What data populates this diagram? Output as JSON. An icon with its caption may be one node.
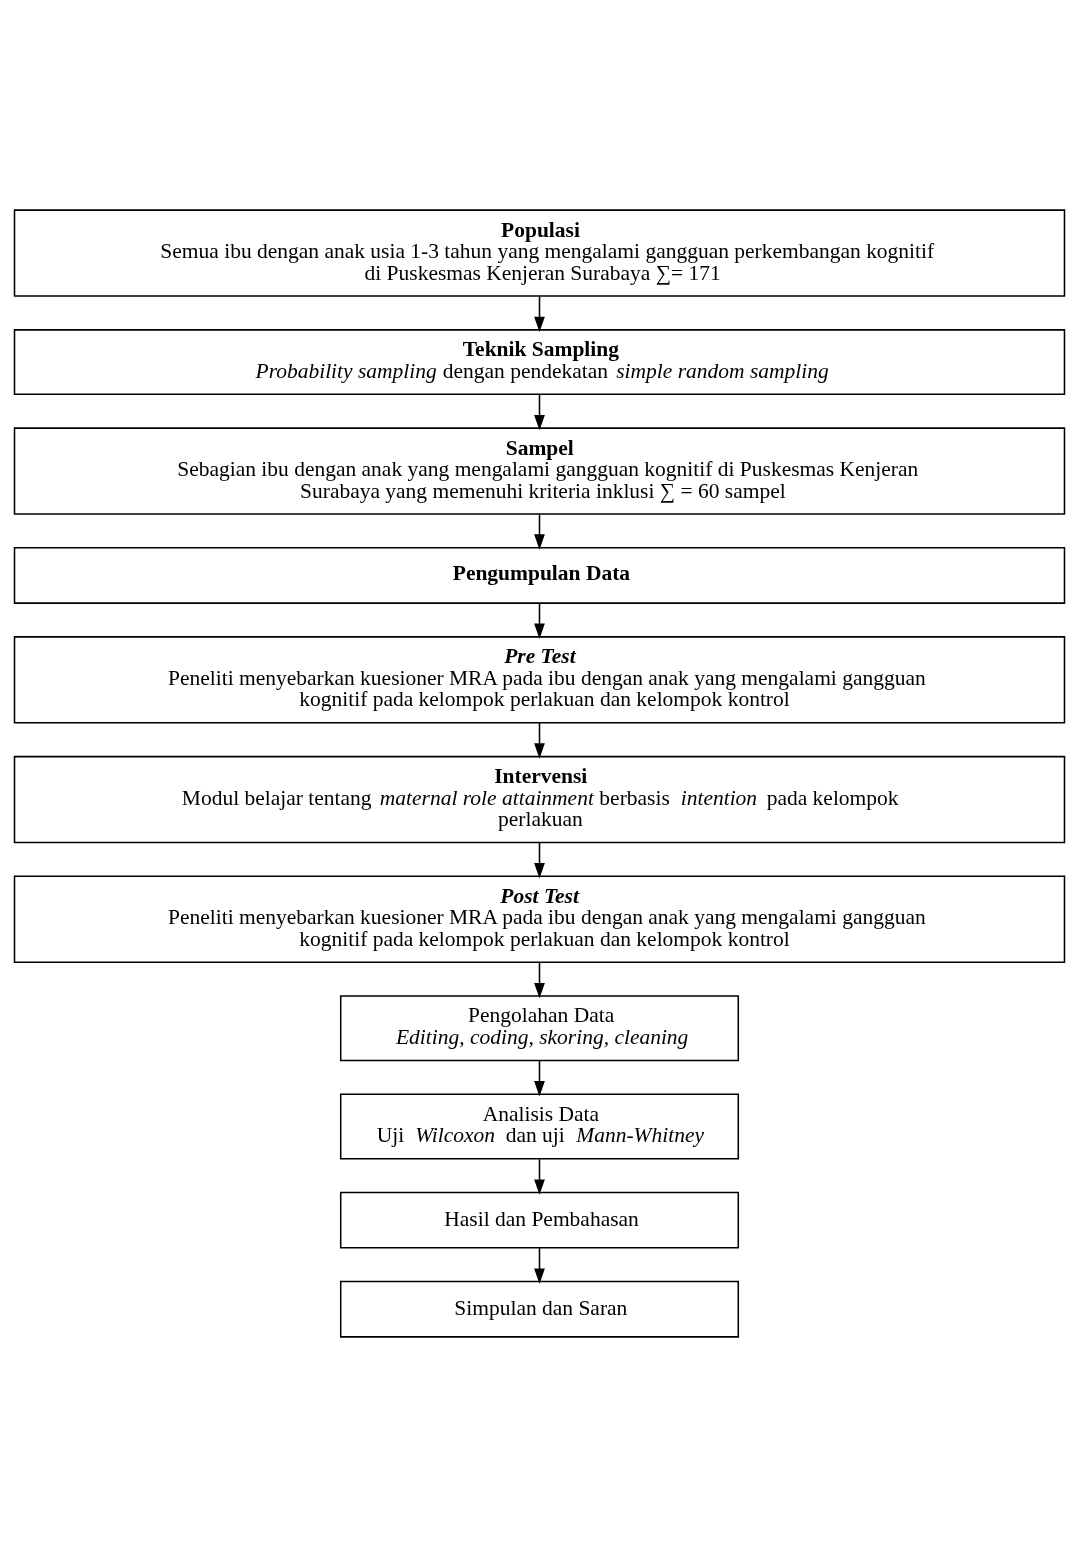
{
  "diagram": {
    "nodes": [
      {
        "text": [
          "Populasi",
          "Semua ibu dengan anak usia 1-3 tahun yang mengalami gangguan perkembangan kognitif di Puskesmas Kenjeran Surabaya ∑= 171"
        ]
      },
      {
        "text": [
          "Teknik Sampling",
          "*Probability sampling* dengan pendekatan *simple random sampling*"
        ]
      },
      {
        "text": [
          "Sampel",
          "Sebagian ibu dengan anak yang mengalami gangguan kognitif di Puskesmas Kenjeran Surabaya yang memenuhi kriteria inklusi ∑ = 60 sampel"
        ]
      },
      {
        "text": [
          "Pengumpulan Data"
        ]
      },
      {
        "text": [
          "Pre Test",
          "Peneliti menyebarkan kuesioner MRA pada ibu dengan anak yang mengalami gangguan kognitif pada kelompok perlakuan dan kelompok kontrol"
        ]
      },
      {
        "text": [
          "Intervensi",
          "Modul belajar tentang *maternal role attainment* berbasis *intention* pada kelompok perlakuan"
        ]
      },
      {
        "text": [
          "Post Test",
          "Peneliti menyebarkan kuesioner MRA pada ibu dengan anak yang mengalami gangguan kognitif pada kelompok perlakuan dan kelompok kontrol"
        ]
      },
      {
        "text": [
          "Pengolahan Data",
          "Editing, coding, skoring, cleaning"
        ]
      },
      {
        "text": [
          "Analisis Data",
          "Uji *Wilcoxon* dan uji *Mann-Whitney*"
        ]
      },
      {
        "text": [
          "Hasil dan Pembahasan"
        ]
      },
      {
        "text": [
          "Simpulan dan Saran"
        ]
      }
    ],
    "edges": [
      {
        "from": 0,
        "to": 1,
        "arrow": "to"
      },
      {
        "from": 1,
        "to": 2,
        "arrow": "to"
      },
      {
        "from": 2,
        "to": 3,
        "arrow": "to"
      },
      {
        "from": 3,
        "to": 4,
        "arrow": "to"
      },
      {
        "from": 4,
        "to": 5,
        "arrow": "to"
      },
      {
        "from": 5,
        "to": 6,
        "arrow": "to"
      },
      {
        "from": 6,
        "to": 7,
        "arrow": "to"
      },
      {
        "from": 7,
        "to": 8,
        "arrow": "to"
      },
      {
        "from": 8,
        "to": 9,
        "arrow": "to"
      },
      {
        "from": 9,
        "to": 10,
        "arrow": "to"
      }
    ]
  }
}
